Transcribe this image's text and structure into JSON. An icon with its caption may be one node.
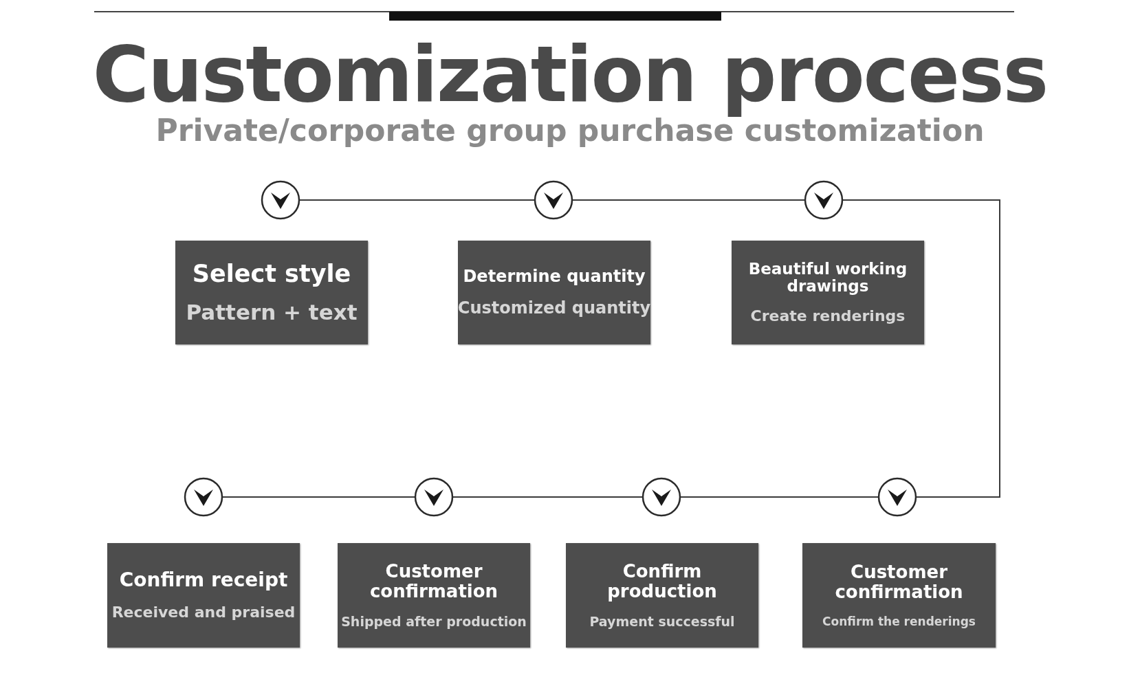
{
  "diagram": {
    "title": "Customization process",
    "caption": "Private/corporate group purchase customization",
    "nodes": [
      {
        "text": [
          "Select style",
          "Pattern + text"
        ]
      },
      {
        "text": [
          "Determine quantity",
          "Customized quantity"
        ]
      },
      {
        "text": [
          "Beautiful working drawings",
          "Create renderings"
        ]
      },
      {
        "text": [
          "Confirm receipt",
          "Received and praised"
        ]
      },
      {
        "text": [
          "Customer confirmation",
          "Shipped after production"
        ]
      },
      {
        "text": [
          "Confirm production",
          "Payment successful"
        ]
      },
      {
        "text": [
          "Customer confirmation",
          "Confirm the renderings"
        ]
      },
      {
        "text": [],
        "shape": "circle"
      },
      {
        "text": [],
        "shape": "circle"
      },
      {
        "text": [],
        "shape": "circle"
      },
      {
        "text": [],
        "shape": "circle"
      },
      {
        "text": [],
        "shape": "circle"
      },
      {
        "text": [],
        "shape": "circle"
      },
      {
        "text": [],
        "shape": "circle"
      }
    ],
    "edges": [
      {
        "from": 7,
        "to": 8,
        "arrow": "none"
      },
      {
        "from": 8,
        "to": 9,
        "arrow": "none"
      },
      {
        "from": 9,
        "to": 13,
        "arrow": "none"
      },
      {
        "from": 13,
        "to": 12,
        "arrow": "none"
      },
      {
        "from": 12,
        "to": 11,
        "arrow": "none"
      },
      {
        "from": 11,
        "to": 10,
        "arrow": "none"
      }
    ]
  }
}
